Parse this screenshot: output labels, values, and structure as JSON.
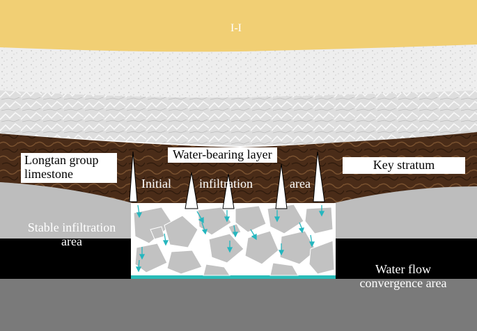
{
  "diagram": {
    "section_label": "I-I",
    "labels": {
      "water_bearing_layer": "Water-bearing layer",
      "longtan_line1": "Longtan group",
      "longtan_line2": "limestone",
      "key_stratum": "Key stratum",
      "initial": "Initial",
      "infiltration": "infiltration",
      "area": "area",
      "stable_line1": "Stable infiltration",
      "stable_line2": "area",
      "water_flow_line1": "Water flow",
      "water_flow_line2": "convergence area"
    },
    "colors": {
      "top_layer": "#f1cf74",
      "sandstone": "#ececec",
      "marble": "#d9d9d9",
      "water": "#29bcb8",
      "brown_rock": "#4a2c18",
      "gray_rock": "#bdbdbd",
      "black_band": "#000000",
      "bottom_gray": "#7a7a7a",
      "arrow": "#25b6be"
    }
  }
}
